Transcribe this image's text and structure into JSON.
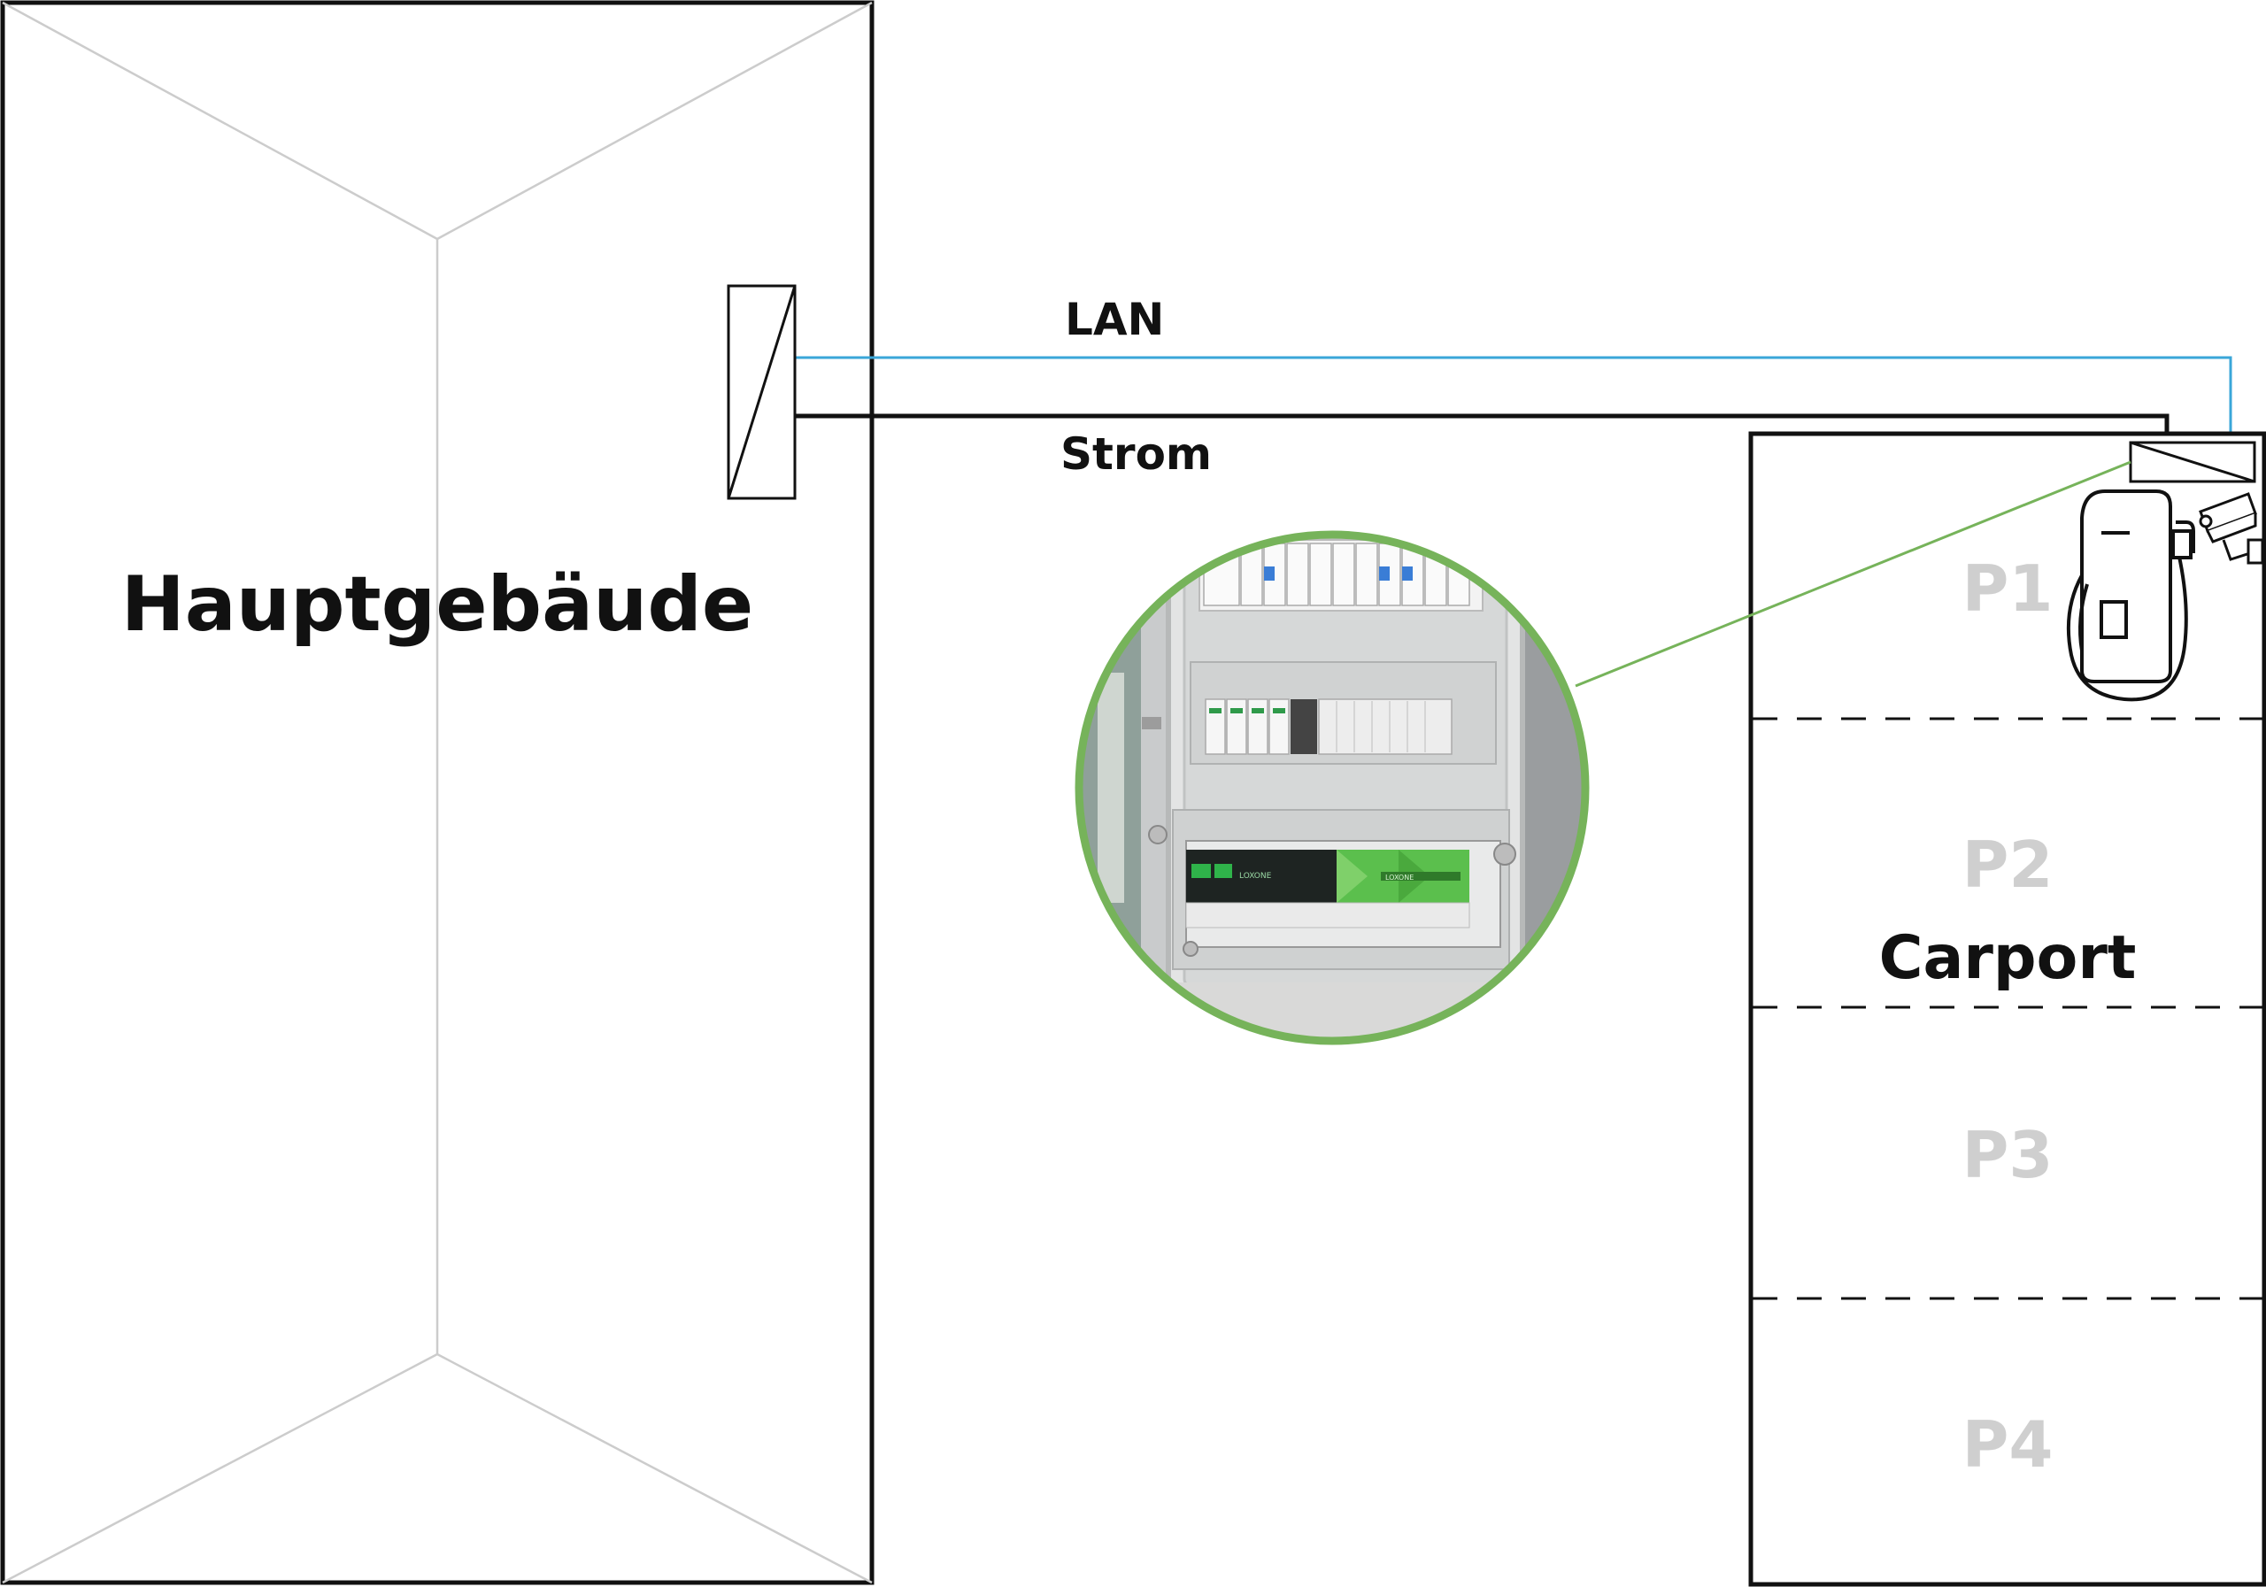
{
  "labels": {
    "main_building": "Hauptgebäude",
    "carport": "Carport",
    "lan": "LAN",
    "power": "Strom"
  },
  "parking_spots": [
    "P1",
    "P2",
    "P3",
    "P4"
  ],
  "panel_photo": {
    "brand_left": "LOXONE",
    "brand_right": "LOXONE"
  },
  "colors": {
    "outline": "#111111",
    "lan_cable": "#3aa6d8",
    "power_cable": "#111111",
    "callout": "#76b35a",
    "fold_lines": "#cccccc",
    "spot_text": "#cfcfcf"
  }
}
